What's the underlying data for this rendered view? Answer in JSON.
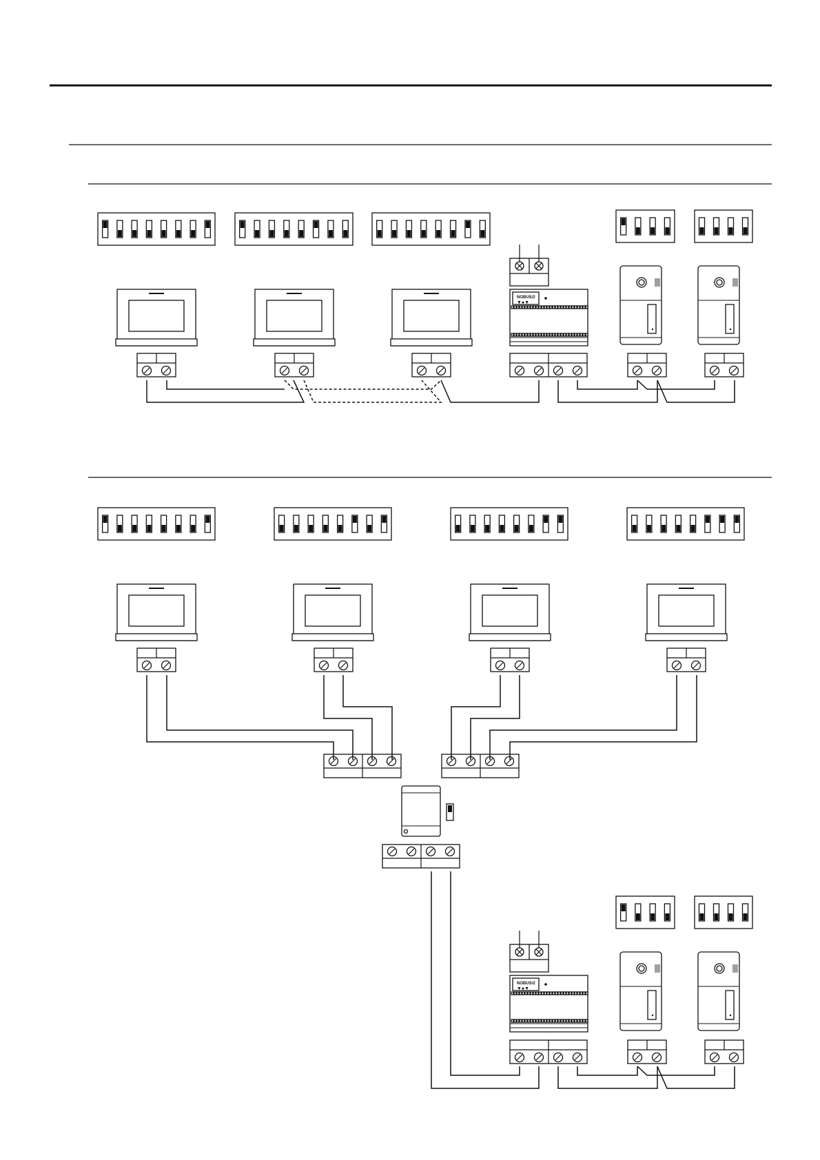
{
  "figure": {
    "colors": {
      "ink": "#111111",
      "background": "#ffffff"
    },
    "power_supply_label": "NOBUS/2",
    "dip_switches": {
      "top_monitor_1": [
        1,
        0,
        0,
        0,
        0,
        0,
        0,
        1
      ],
      "top_monitor_2": [
        1,
        0,
        0,
        0,
        0,
        1,
        0,
        0
      ],
      "top_monitor_3": [
        0,
        0,
        0,
        0,
        0,
        0,
        1,
        0
      ],
      "top_panel_1": [
        1,
        0,
        0,
        0
      ],
      "top_panel_2": [
        0,
        0,
        0,
        0
      ],
      "bottom_monitor_1": [
        1,
        0,
        0,
        0,
        0,
        0,
        0,
        1
      ],
      "bottom_monitor_2": [
        0,
        0,
        0,
        0,
        0,
        1,
        0,
        1
      ],
      "bottom_monitor_3": [
        0,
        0,
        0,
        0,
        0,
        0,
        1,
        1
      ],
      "bottom_monitor_4": [
        0,
        0,
        0,
        0,
        0,
        1,
        1,
        1
      ],
      "bottom_panel_1": [
        1,
        0,
        0,
        0
      ],
      "bottom_panel_2": [
        0,
        0,
        0,
        0
      ],
      "distributor_switch": [
        1
      ]
    }
  }
}
